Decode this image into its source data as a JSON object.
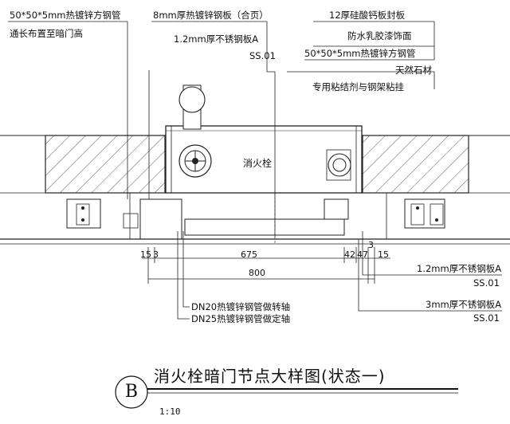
{
  "labels_left": {
    "pipe_steel": "50*50*5mm热镀锌方钢管",
    "pipe_note": "通长布置至暗门高"
  },
  "labels_top_mid": {
    "plate_8mm": "8mm厚热镀锌钢板（合页）",
    "ss_plate": "1.2mm厚不锈钢板A",
    "ss_code": "SS.01"
  },
  "labels_right": {
    "gypsum": "12厚硅酸钙板封板",
    "paint": "防水乳胶漆饰面",
    "pipe_steel": "50*50*5mm热镀锌方钢管",
    "stone": "天然石材",
    "adhesive": "专用粘结剂与钢架粘挂"
  },
  "center_label": "消火栓",
  "dimensions": {
    "d15_left": "15",
    "d3_left": "3",
    "d675": "675",
    "d42": "42",
    "d47": "47",
    "d15_right": "15",
    "d3_right": "3",
    "d800": "800"
  },
  "labels_bottom_right": {
    "ss_plate": "1.2mm厚不锈钢板A",
    "ss_code1": "SS.01",
    "ss_3mm": "3mm厚不锈钢板A",
    "ss_code2": "SS.01"
  },
  "labels_bottom_mid": {
    "dn20": "DN20热镀锌钢管做转轴",
    "dn25": "DN25热镀锌钢管做定轴"
  },
  "title": {
    "badge": "B",
    "text": "消火栓暗门节点大样图(状态一)",
    "scale": "1:10"
  }
}
